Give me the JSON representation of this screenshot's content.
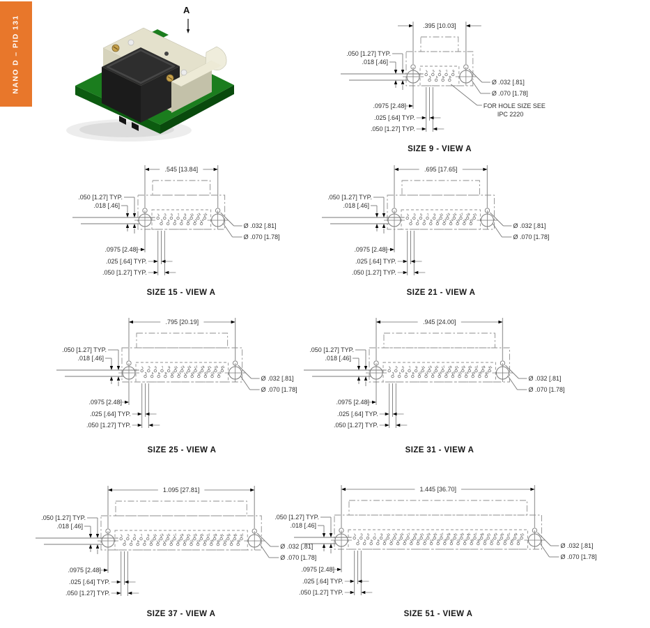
{
  "sidebar_tab": {
    "label": "NANO D – PID 131",
    "color": "#E8772B",
    "text_color": "#FFFFFF"
  },
  "photo": {
    "view_label": "A",
    "board_top_color": "#1B7D1E",
    "board_side_color": "#0C5B10",
    "shell_color": "#E4E1CC",
    "shell_side_color": "#C3C1A9",
    "cap_color": "#2E2E2E",
    "screw_color": "#C7A24C"
  },
  "common_callouts": {
    "left": [
      ".050 [1.27] TYP.",
      ".018 [.46]"
    ],
    "bottom": [
      ".0975 [2.48]",
      ".025 [.64] TYP.",
      ".050 [1.27] TYP."
    ],
    "right": [
      "Ø .032 [.81]",
      "Ø .070 [1.78]"
    ]
  },
  "hole_note": {
    "line1": "FOR HOLE SIZE SEE",
    "line2": "IPC  2220"
  },
  "drawing_colors": {
    "line": "#8d8d8d",
    "extension_line": "#9f9f9f",
    "dim_line": "#5a5a5a",
    "text": "#2e2e2e",
    "title": "#151515"
  },
  "drawings": [
    {
      "id": "size9",
      "title": "SIZE 9 - VIEW A",
      "width_label": ".395 [10.03]",
      "width_in": 0.395,
      "pins_top": [
        1,
        3,
        5,
        7,
        9
      ],
      "pins_bottom": [
        2,
        4,
        6,
        8
      ],
      "has_hole_note": true
    },
    {
      "id": "size15",
      "title": "SIZE 15 - VIEW A",
      "width_label": ".545 [13.84]",
      "width_in": 0.545,
      "pins_top": [
        1,
        3,
        5,
        7,
        9,
        11,
        13,
        15
      ],
      "pins_bottom": [
        2,
        4,
        6,
        8,
        10,
        12,
        14
      ],
      "has_hole_note": false
    },
    {
      "id": "size21",
      "title": "SIZE 21 - VIEW A",
      "width_label": ".695 [17.65]",
      "width_in": 0.695,
      "pins_top": [
        1,
        3,
        5,
        7,
        9,
        11,
        13,
        15,
        17,
        19,
        21
      ],
      "pins_bottom": [
        2,
        4,
        6,
        8,
        10,
        12,
        14,
        16,
        18,
        20
      ],
      "has_hole_note": false
    },
    {
      "id": "size25",
      "title": "SIZE 25 - VIEW A",
      "width_label": ".795 [20.19]",
      "width_in": 0.795,
      "pins_top": [
        1,
        3,
        5,
        7,
        9,
        11,
        13,
        15,
        17,
        19,
        21,
        23,
        25
      ],
      "pins_bottom": [
        2,
        4,
        6,
        8,
        10,
        12,
        14,
        16,
        18,
        20,
        22,
        24
      ],
      "has_hole_note": false
    },
    {
      "id": "size31",
      "title": "SIZE 31 - VIEW A",
      "width_label": ".945 [24.00]",
      "width_in": 0.945,
      "pins_top": [
        1,
        3,
        5,
        7,
        9,
        11,
        13,
        15,
        17,
        19,
        21,
        23,
        25,
        27,
        29,
        31
      ],
      "pins_bottom": [
        2,
        4,
        6,
        8,
        10,
        12,
        14,
        16,
        18,
        20,
        22,
        24,
        26,
        28,
        30
      ],
      "has_hole_note": false
    },
    {
      "id": "size37",
      "title": "SIZE 37 - VIEW A",
      "width_label": "1.095 [27.81]",
      "width_in": 1.095,
      "pins_top": [
        1,
        3,
        5,
        7,
        9,
        11,
        13,
        15,
        17,
        19,
        21,
        23,
        25,
        27,
        29,
        31,
        33,
        35,
        37
      ],
      "pins_bottom": [
        2,
        4,
        6,
        8,
        10,
        12,
        14,
        16,
        18,
        20,
        22,
        24,
        26,
        28,
        30,
        32,
        34,
        36
      ],
      "has_hole_note": false
    },
    {
      "id": "size51",
      "title": "SIZE 51 - VIEW A",
      "width_label": "1.445 [36.70]",
      "width_in": 1.445,
      "pins_top": [
        1,
        3,
        5,
        7,
        9,
        11,
        13,
        15,
        17,
        19,
        21,
        23,
        25,
        27,
        29,
        31,
        33,
        35,
        37,
        39,
        41,
        43,
        45,
        47,
        49,
        51
      ],
      "pins_bottom": [
        2,
        4,
        6,
        8,
        10,
        12,
        14,
        16,
        18,
        20,
        22,
        24,
        26,
        28,
        30,
        32,
        34,
        36,
        38,
        40,
        42,
        44,
        46,
        48,
        50
      ],
      "has_hole_note": false
    }
  ]
}
